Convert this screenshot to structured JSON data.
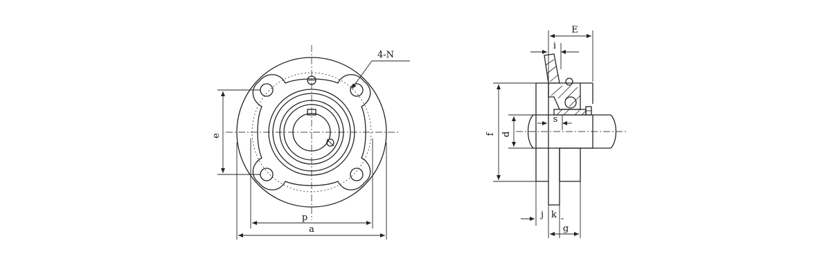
{
  "labels": {
    "bolt_holes": "4-N",
    "dim_e": "e",
    "dim_p": "p",
    "dim_a": "a",
    "dim_E": "E",
    "dim_i": "i",
    "dim_f": "f",
    "dim_d": "d",
    "dim_s": "s",
    "dim_j": "j",
    "dim_k": "k",
    "dim_g": "g"
  }
}
